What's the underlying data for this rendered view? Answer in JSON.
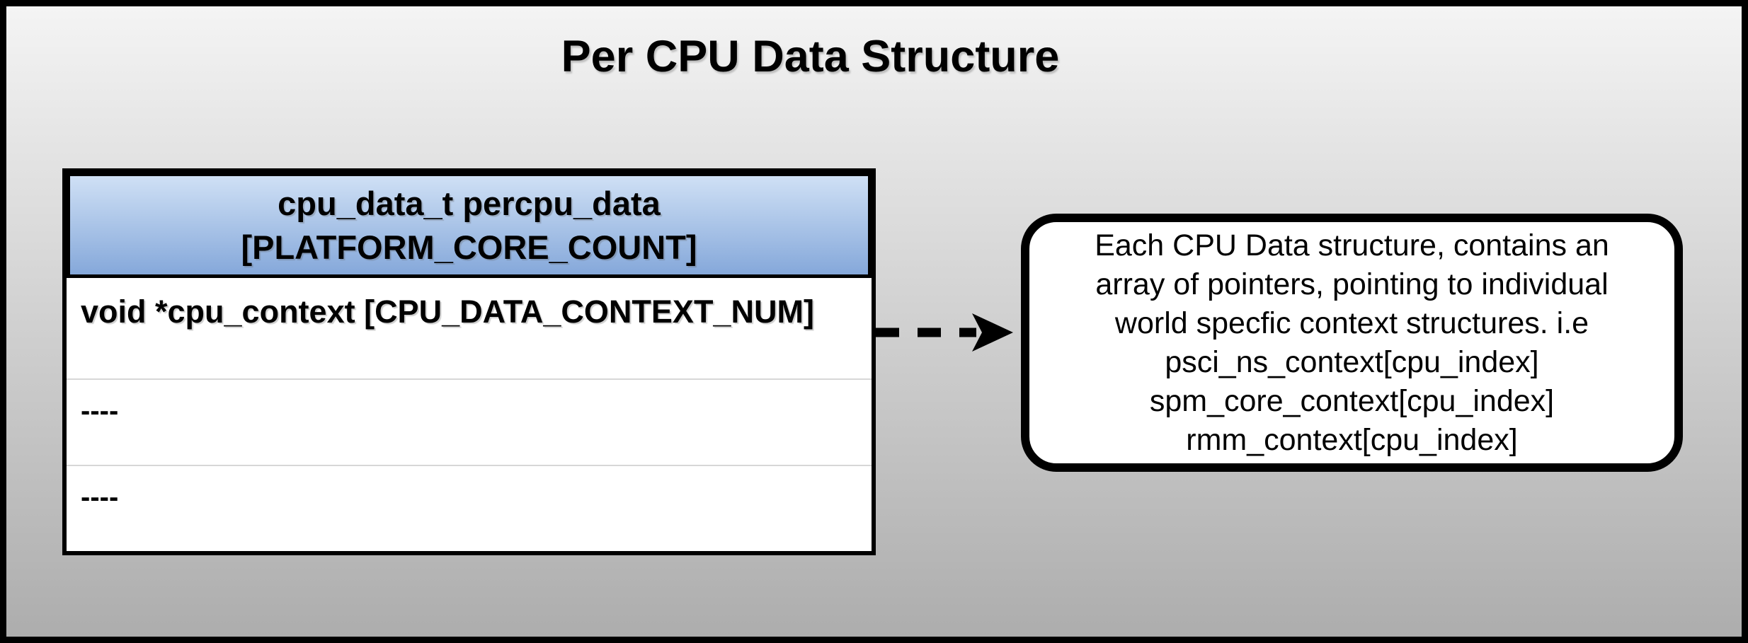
{
  "title": "Per CPU Data Structure",
  "table": {
    "header": {
      "line1": "cpu_data_t percpu_data",
      "line2": "[PLATFORM_CORE_COUNT]"
    },
    "rows": [
      {
        "text": "void *cpu_context [CPU_DATA_CONTEXT_NUM]"
      },
      {
        "text": "----"
      },
      {
        "text": "----"
      }
    ]
  },
  "arrow": {
    "style": "dashed",
    "direction": "right"
  },
  "note": {
    "lines": [
      "Each CPU Data structure, contains an",
      "array of pointers, pointing to individual",
      "world specfic context structures. i.e",
      "psci_ns_context[cpu_index]",
      "spm_core_context[cpu_index]",
      "rmm_context[cpu_index]"
    ]
  },
  "colors": {
    "background_top": "#f4f4f4",
    "background_bottom": "#adadad",
    "header_gradient_top": "#cfe0f5",
    "header_gradient_bottom": "#85a8da",
    "border": "#000000",
    "row_divider": "#d7d7d7"
  }
}
